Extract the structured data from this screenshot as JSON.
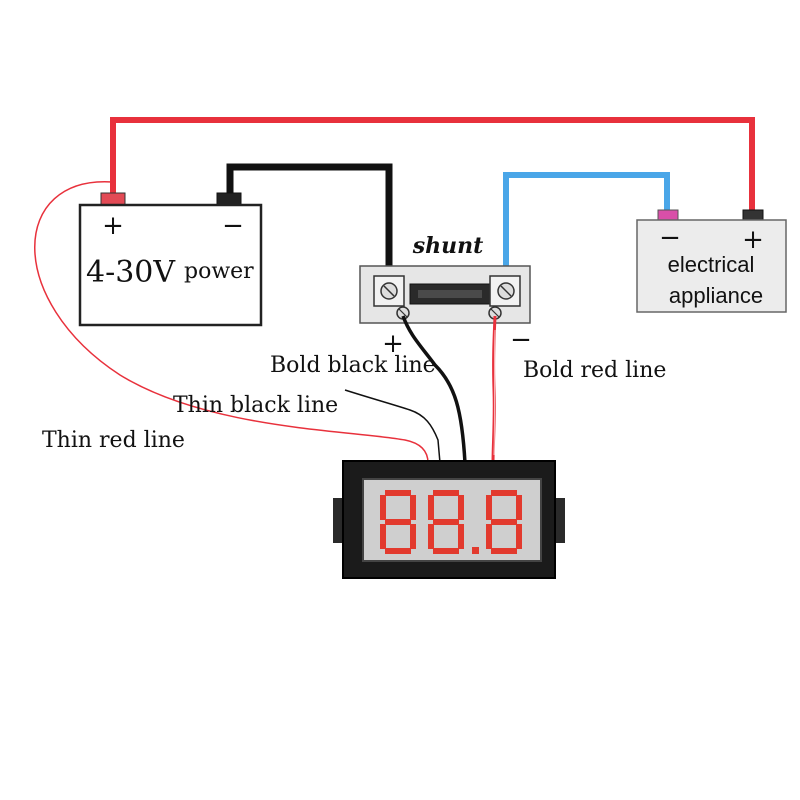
{
  "battery": {
    "plus": "+",
    "minus": "−",
    "voltage": "4-30V",
    "power": "power"
  },
  "shunt": {
    "title": "shunt",
    "plus": "+",
    "minus": "−"
  },
  "appliance": {
    "minus": "−",
    "plus": "+",
    "line1": "electrical",
    "line2": "appliance"
  },
  "wires": {
    "bold_black": "Bold black line",
    "bold_red": "Bold red line",
    "thin_black": "Thin black line",
    "thin_red": "Thin red line"
  },
  "meter": {
    "display": "88.8"
  },
  "colors": {
    "red_wire": "#e8313c",
    "blue_wire": "#4aa6e8",
    "black_wire": "#111111",
    "battery_plus_terminal": "#e24a55",
    "appliance_minus_terminal": "#d94fa8",
    "meter_digit": "#e23a2e",
    "meter_body": "#1b1b1b"
  }
}
